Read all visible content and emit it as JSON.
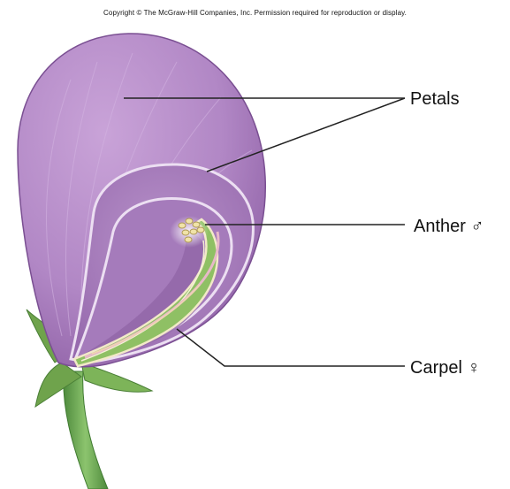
{
  "copyright": "Copyright © The McGraw-Hill Companies, Inc. Permission required for reproduction or display.",
  "labels": {
    "petals": "Petals",
    "anther": "Anther ♂",
    "carpel": "Carpel ♀"
  },
  "colors": {
    "petal_fill": "#b48ac6",
    "petal_dark": "#8f62a6",
    "petal_inner": "#a476b8",
    "stem": "#5e9a49",
    "style_fill": "#8dbb62",
    "sepal": "#79ad55",
    "leader_line": "#222222"
  }
}
